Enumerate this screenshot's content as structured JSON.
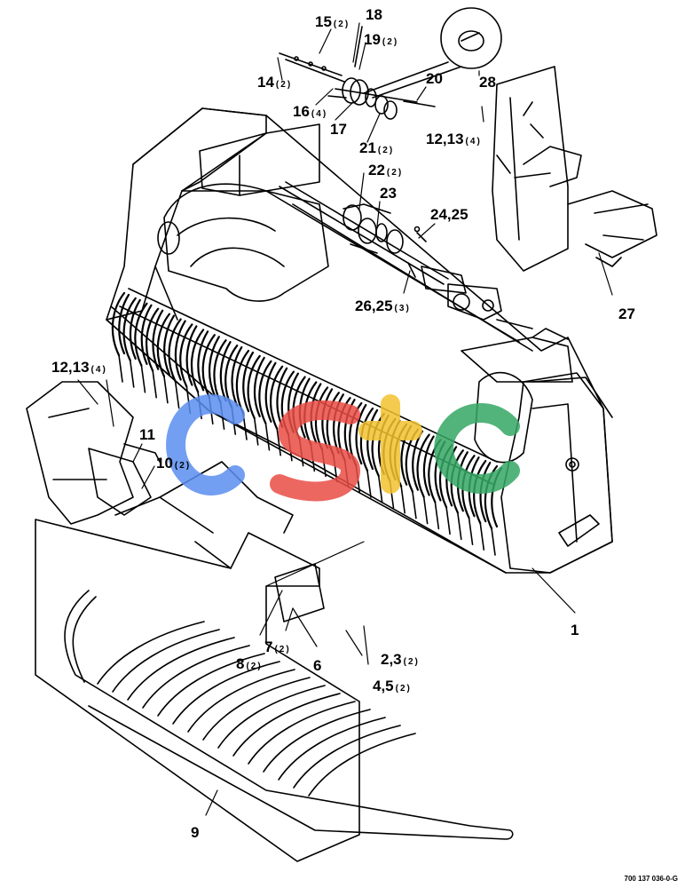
{
  "diagram": {
    "drawing_number": "700 137 036-0-G",
    "watermark": "cstc",
    "colors": {
      "line": "#000000",
      "wm_blue": "#5b8ef0",
      "wm_red": "#ea4d46",
      "wm_yellow": "#f3c330",
      "wm_green": "#35a864"
    },
    "labels": [
      {
        "id": "15",
        "main": "15",
        "qty": "(2)"
      },
      {
        "id": "18",
        "main": "18",
        "qty": ""
      },
      {
        "id": "19",
        "main": "19",
        "qty": "(2)"
      },
      {
        "id": "14",
        "main": "14",
        "qty": "(2)"
      },
      {
        "id": "16",
        "main": "16",
        "qty": "(4)"
      },
      {
        "id": "17",
        "main": "17",
        "qty": ""
      },
      {
        "id": "20",
        "main": "20",
        "qty": ""
      },
      {
        "id": "21",
        "main": "21",
        "qty": "(2)"
      },
      {
        "id": "28",
        "main": "28",
        "qty": ""
      },
      {
        "id": "12-13-top",
        "main": "12,13",
        "qty": "(4)"
      },
      {
        "id": "22",
        "main": "22",
        "qty": "(2)"
      },
      {
        "id": "23",
        "main": "23",
        "qty": ""
      },
      {
        "id": "24-25",
        "main": "24,25",
        "qty": ""
      },
      {
        "id": "26-25",
        "main": "26,25",
        "qty": "(3)"
      },
      {
        "id": "27",
        "main": "27",
        "qty": ""
      },
      {
        "id": "12-13-left",
        "main": "12,13",
        "qty": "(4)"
      },
      {
        "id": "11",
        "main": "11",
        "qty": ""
      },
      {
        "id": "10",
        "main": "10",
        "qty": "(2)"
      },
      {
        "id": "1",
        "main": "1",
        "qty": ""
      },
      {
        "id": "7",
        "main": "7",
        "qty": "(2)"
      },
      {
        "id": "8",
        "main": "8",
        "qty": "(2)"
      },
      {
        "id": "6",
        "main": "6",
        "qty": ""
      },
      {
        "id": "2-3",
        "main": "2,3",
        "qty": "(2)"
      },
      {
        "id": "4-5",
        "main": "4,5",
        "qty": "(2)"
      },
      {
        "id": "9",
        "main": "9",
        "qty": ""
      }
    ]
  }
}
